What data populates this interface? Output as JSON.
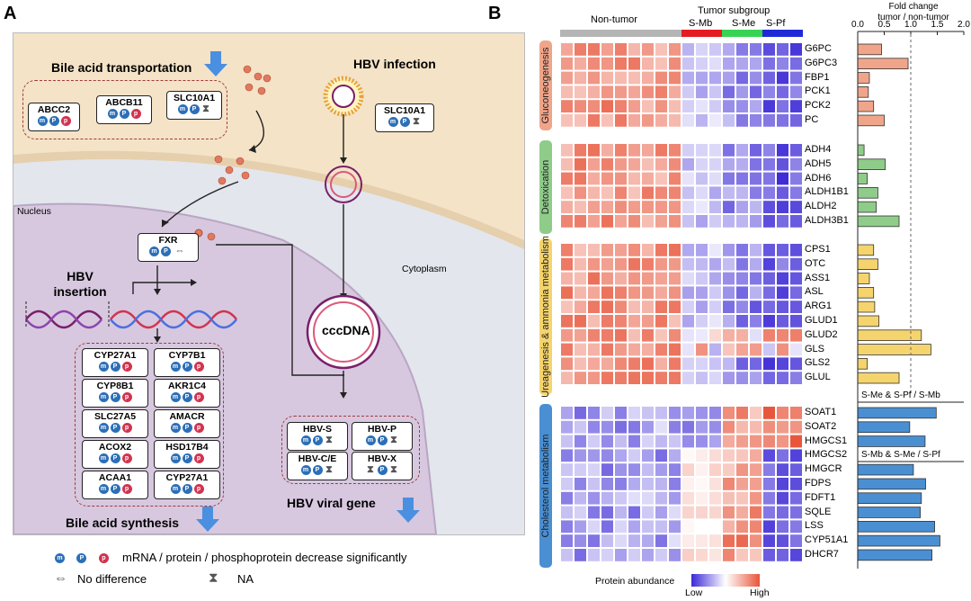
{
  "panel_a": {
    "label": "A",
    "bile_transport_title": "Bile acid transportation",
    "hbv_infection_title": "HBV infection",
    "nucleus_label": "Nucleus",
    "cytoplasm_label": "Cytoplasm",
    "hbv_insertion_label": "HBV insertion",
    "fxr_label": "FXR",
    "cccdna_label": "cccDNA",
    "bile_synthesis_title": "Bile acid synthesis",
    "hbv_viral_title": "HBV viral gene",
    "transport_genes": [
      {
        "name": "ABCC2",
        "icons": [
          "m",
          "p",
          "pp"
        ]
      },
      {
        "name": "ABCB11",
        "icons": [
          "m",
          "p",
          "pp"
        ]
      },
      {
        "name": "SLC10A1",
        "icons": [
          "m",
          "p",
          "na"
        ]
      }
    ],
    "hbv_receptor": {
      "name": "SLC10A1",
      "icons": [
        "m",
        "p",
        "na"
      ]
    },
    "fxr_icons": [
      "m",
      "p",
      "nd"
    ],
    "synthesis_genes": [
      {
        "name": "CYP27A1",
        "icons": [
          "m",
          "p",
          "pp"
        ]
      },
      {
        "name": "CYP7B1",
        "icons": [
          "m",
          "p",
          "pp"
        ]
      },
      {
        "name": "CYP8B1",
        "icons": [
          "m",
          "p",
          "pp"
        ]
      },
      {
        "name": "AKR1C4",
        "icons": [
          "m",
          "p",
          "pp"
        ]
      },
      {
        "name": "SLC27A5",
        "icons": [
          "m",
          "p",
          "pp"
        ]
      },
      {
        "name": "AMACR",
        "icons": [
          "m",
          "p",
          "pp"
        ]
      },
      {
        "name": "ACOX2",
        "icons": [
          "m",
          "p",
          "pp"
        ]
      },
      {
        "name": "HSD17B4",
        "icons": [
          "m",
          "p",
          "pp"
        ]
      },
      {
        "name": "ACAA1",
        "icons": [
          "m",
          "p",
          "pp"
        ]
      },
      {
        "name": "CYP27A1",
        "icons": [
          "m",
          "p",
          "pp"
        ]
      }
    ],
    "viral_genes": [
      {
        "name": "HBV-S",
        "icons": [
          "m",
          "p",
          "na"
        ]
      },
      {
        "name": "HBV-P",
        "icons": [
          "m",
          "p",
          "na"
        ]
      },
      {
        "name": "HBV-C/E",
        "icons": [
          "m",
          "p",
          "na"
        ]
      },
      {
        "name": "HBV-X",
        "icons": [
          "na",
          "p",
          "na"
        ]
      }
    ],
    "legend": {
      "line1": "mRNA / protein / phosphoprotein decrease significantly",
      "line2": "No difference",
      "line3": "NA"
    },
    "icon_letters": {
      "m": "m",
      "p": "P",
      "pp": "p"
    },
    "colors": {
      "membrane": "#f4e3c6",
      "cytoplasm": "#e3e6ec",
      "nucleus": "#d7c8df",
      "arrow": "#4b8fe0",
      "dash": "#a23b3b"
    }
  },
  "panel_b": {
    "label": "B",
    "non_tumor_label": "Non-tumor",
    "tumor_subgroup_label": "Tumor subgroup",
    "subgroups": [
      {
        "name": "S-Mb",
        "color": "#e31b23"
      },
      {
        "name": "S-Me",
        "color": "#39d353"
      },
      {
        "name": "S-Pf",
        "color": "#1f2ad6"
      }
    ],
    "nontumor_bar_color": "#b5b5b5",
    "bar_axis_title_1": "Fold change",
    "bar_axis_title_2": "tumor / non-tumor",
    "bar_axis_ticks": [
      "0.0",
      "0.5",
      "1.0",
      "1.5",
      "2.0"
    ],
    "secondary_titles": [
      "S-Me & S-Pf / S-Mb",
      "S-Mb & S-Me / S-Pf"
    ],
    "legend_title": "Protein abundance",
    "legend_low": "Low",
    "legend_high": "High",
    "categories": [
      {
        "name": "Gluconeogenesis",
        "color": "#f0a58a"
      },
      {
        "name": "Detoxication",
        "color": "#8fcc8a"
      },
      {
        "name": "Ureagenesis & ammonia metabolism",
        "color": "#f5d46e"
      },
      {
        "name": "Cholesterol metabolism",
        "color": "#4a8fd2"
      }
    ]
  },
  "chart_data": {
    "type": "bar",
    "title": "",
    "xlabel": "Fold change tumor / non-tumor",
    "xlim": [
      0,
      2.0
    ],
    "reference_line": 1.0,
    "groups": [
      {
        "category": "Gluconeogenesis",
        "genes": [
          "G6PC",
          "G6PC3",
          "FBP1",
          "PCK1",
          "PCK2",
          "PC"
        ],
        "values": [
          0.45,
          0.95,
          0.22,
          0.2,
          0.3,
          0.5
        ]
      },
      {
        "category": "Detoxication",
        "genes": [
          "ADH4",
          "ADH5",
          "ADH6",
          "ALDH1B1",
          "ALDH2",
          "ALDH3B1"
        ],
        "values": [
          0.12,
          0.52,
          0.18,
          0.38,
          0.35,
          0.78
        ]
      },
      {
        "category": "Ureagenesis & ammonia metabolism",
        "genes": [
          "CPS1",
          "OTC",
          "ASS1",
          "ASL",
          "ARG1",
          "GLUD1",
          "GLUD2",
          "GLS",
          "GLS2",
          "GLUL"
        ],
        "values": [
          0.3,
          0.38,
          0.22,
          0.3,
          0.32,
          0.4,
          1.2,
          1.38,
          0.18,
          0.78
        ]
      },
      {
        "category": "Cholesterol metabolism",
        "comparison": "S-Me & S-Pf / S-Mb",
        "genes": [
          "SOAT1",
          "SOAT2",
          "HMGCS1"
        ],
        "values": [
          1.48,
          0.98,
          1.27
        ]
      },
      {
        "category": "Cholesterol metabolism",
        "comparison": "S-Mb & S-Me / S-Pf",
        "genes": [
          "HMGCS2",
          "HMGCR",
          "FDPS",
          "FDFT1",
          "SQLE",
          "LSS",
          "CYP51A1",
          "DHCR7"
        ],
        "values": [
          null,
          1.05,
          1.28,
          1.2,
          1.18,
          1.45,
          1.55,
          1.4
        ]
      }
    ]
  }
}
